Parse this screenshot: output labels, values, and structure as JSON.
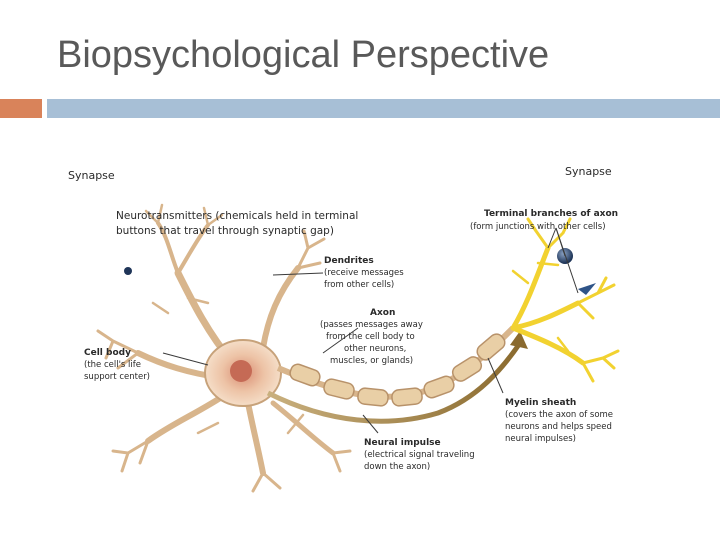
{
  "slide": {
    "title": "Biopsychological Perspective"
  },
  "colors": {
    "accent_orange": "#d9835a",
    "accent_blue": "#a7bfd6",
    "neuron_fill": "#f3dcc1",
    "neuron_stroke": "#c7a27a",
    "terminal_yellow": "#f2d230",
    "myelin": "#e9cfa6"
  },
  "diagram": {
    "synapse_left": "Synapse",
    "synapse_right": "Synapse",
    "neurotransmitters": {
      "line1": "Neurotransmitters (chemicals held in terminal",
      "line2": "buttons that travel through synaptic gap)"
    },
    "dendrites": {
      "title": "Dendrites",
      "line1": "(receive messages",
      "line2": "from other cells)"
    },
    "terminal_branches": {
      "title": "Terminal branches of axon",
      "line1": "(form junctions with other cells)"
    },
    "axon": {
      "title": "Axon",
      "line1": "(passes messages away",
      "line2": "from the cell body to",
      "line3": "other neurons,",
      "line4": "muscles, or glands)"
    },
    "cell_body": {
      "title": "Cell body",
      "line1": "(the cell's life",
      "line2": "support center)"
    },
    "myelin_sheath": {
      "title": "Myelin sheath",
      "line1": "(covers the axon of some",
      "line2": "neurons and helps speed",
      "line3": "neural impulses)"
    },
    "neural_impulse": {
      "title": "Neural impulse",
      "line1": "(electrical signal traveling",
      "line2": "down the axon)"
    }
  }
}
